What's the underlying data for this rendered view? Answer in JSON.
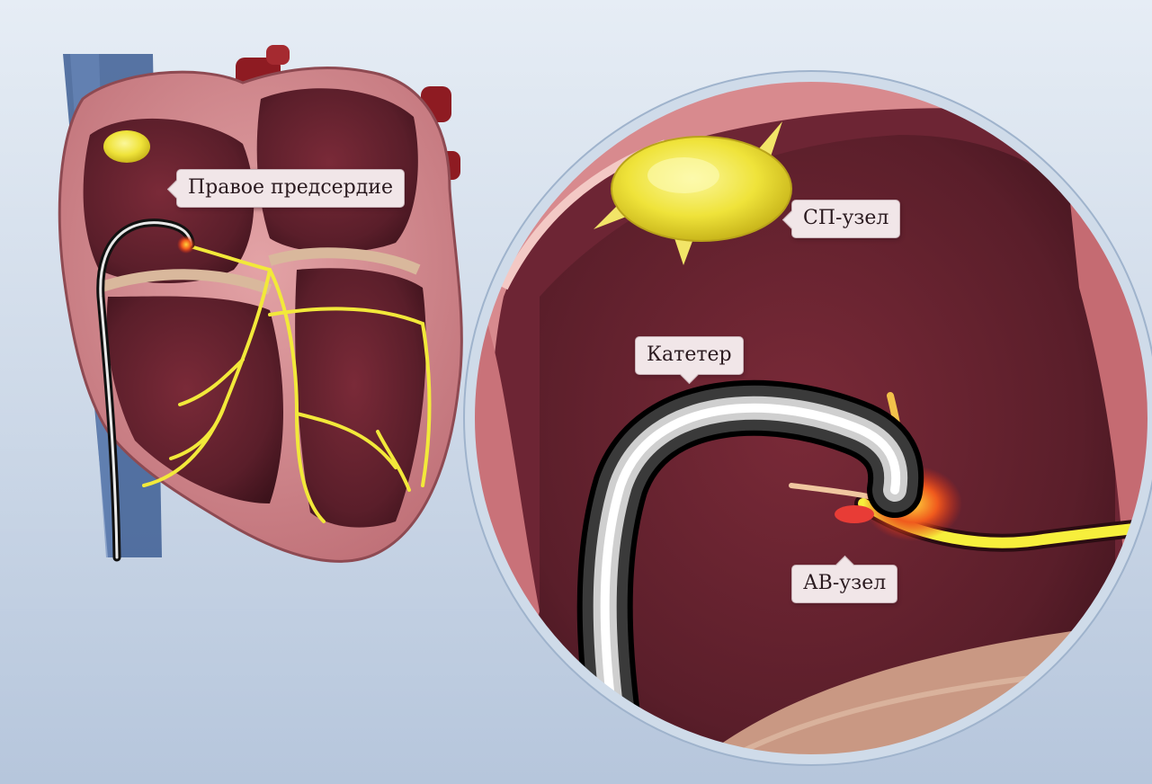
{
  "labels": {
    "right_atrium": "Правое предсердие",
    "sa_node": "СП-узел",
    "catheter": "Катетер",
    "av_node": "АВ-узел"
  },
  "colors": {
    "background_top": "#e4ebf4",
    "background_bottom": "#b8c8dd",
    "myocardium": "#c97e84",
    "chamber": "#5a1f2b",
    "node": "#f2ec46",
    "conduction_path": "#f2e93a",
    "ablation_hotspot": "#ef3a1a",
    "vessel": "#8e1b22",
    "callout_fill": "#f1e6e8"
  },
  "icons": {
    "heart": "heart-cross-section-illustration",
    "magnifier": "magnified-view-circle"
  }
}
